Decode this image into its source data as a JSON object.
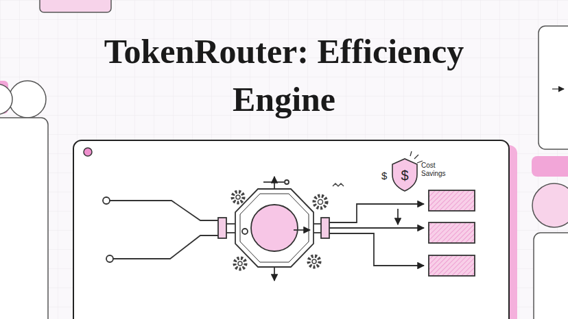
{
  "diagram": {
    "title": "TokenRouter: Efficiency Engine",
    "labels": [
      "Cost Savings",
      "$",
      "$"
    ]
  }
}
